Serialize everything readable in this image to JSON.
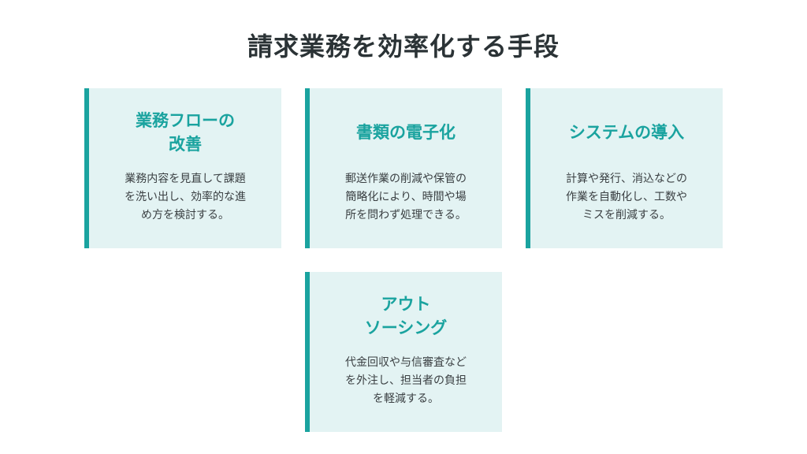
{
  "title": "請求業務を効率化する手段",
  "cards": [
    {
      "title": "業務フローの\n改善",
      "text": "業務内容を見直して課題\nを洗い出し、効率的な進\nめ方を検討する。"
    },
    {
      "title": "書類の電子化",
      "text": "郵送作業の削減や保管の\n簡略化により、時間や場\n所を問わず処理できる。"
    },
    {
      "title": "システムの導入",
      "text": "計算や発行、消込などの\n作業を自動化し、工数や\nミスを削減する。"
    },
    {
      "title": "アウト\nソーシング",
      "text": "代金回収や与信審査など\nを外注し、担当者の負担\nを軽減する。"
    }
  ],
  "colors": {
    "accent": "#1aa39f",
    "card_background": "#e3f3f3",
    "title_text": "#2b3336"
  }
}
